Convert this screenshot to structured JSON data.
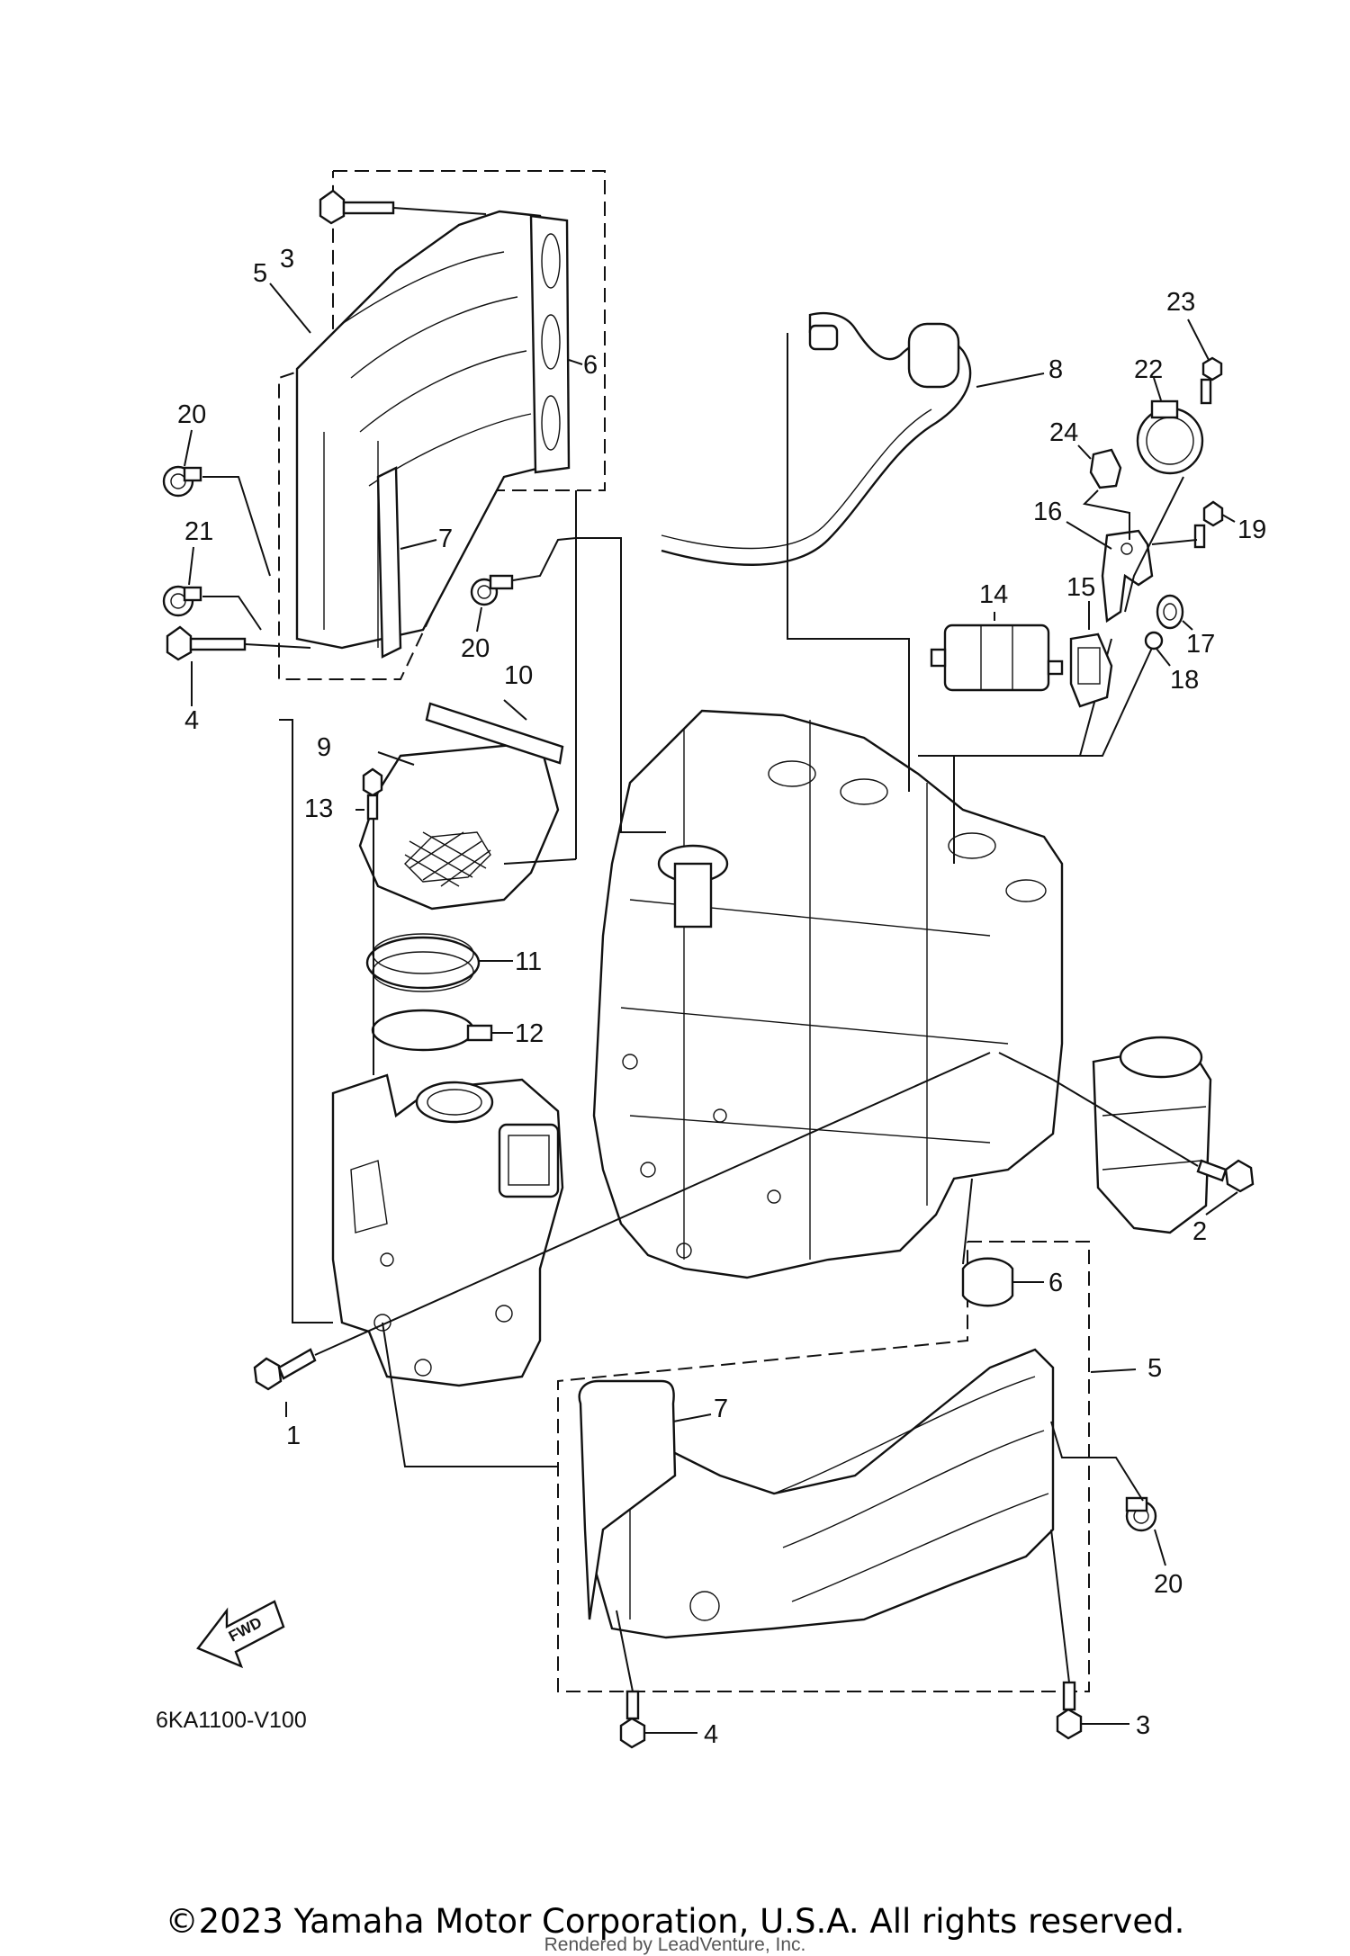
{
  "diagram": {
    "code": "6KA1100-V100",
    "fwd_label": "FWD",
    "callouts": {
      "top_3": "3",
      "top_5": "5",
      "top_6": "6",
      "top_7": "7",
      "top_4": "4",
      "top_20a": "20",
      "top_21": "21",
      "top_20b": "20",
      "c8": "8",
      "c9": "9",
      "c10": "10",
      "c11": "11",
      "c12": "12",
      "c13": "13",
      "c14": "14",
      "c15": "15",
      "c16": "16",
      "c17": "17",
      "c18": "18",
      "c19": "19",
      "c22": "22",
      "c23": "23",
      "c24": "24",
      "c1": "1",
      "c2": "2",
      "bot_6": "6",
      "bot_5": "5",
      "bot_7": "7",
      "bot_20": "20",
      "bot_4": "4",
      "bot_3": "3"
    }
  },
  "footer": {
    "copyright": "©2023 Yamaha Motor Corporation, U.S.A. All rights reserved.",
    "rendered": "Rendered by LeadVenture, Inc."
  }
}
